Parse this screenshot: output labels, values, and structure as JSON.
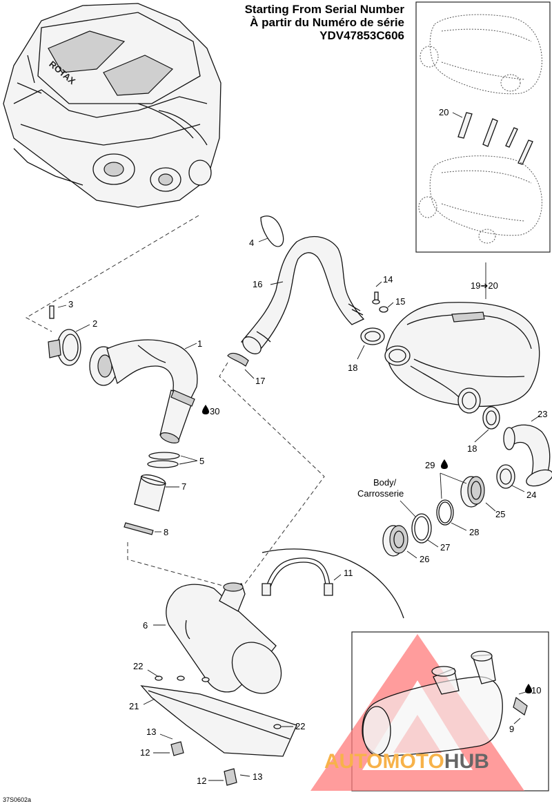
{
  "header": {
    "line1": "Starting From Serial Number",
    "line2": "À partir du Numéro de série",
    "line3": "YDV47853C606"
  },
  "callouts": {
    "c1": "1",
    "c2": "2",
    "c3": "3",
    "c4": "4",
    "c5": "5",
    "c6": "6",
    "c7": "7",
    "c8": "8",
    "c9": "9",
    "c10": "10",
    "c11": "11",
    "c12a": "12",
    "c12b": "12",
    "c13a": "13",
    "c13b": "13",
    "c14": "14",
    "c15": "15",
    "c16": "16",
    "c17": "17",
    "c18a": "18",
    "c18b": "18",
    "c19_20": "19➔20",
    "c20": "20",
    "c21": "21",
    "c22a": "22",
    "c22b": "22",
    "c23": "23",
    "c24": "24",
    "c25": "25",
    "c26": "26",
    "c27": "27",
    "c28": "28",
    "c29": "29",
    "c30": "30"
  },
  "body_label": {
    "line1": "Body/",
    "line2": "Carrosserie"
  },
  "diagram_code": "37S0602a",
  "watermark": {
    "part1": "AUTOMOTO",
    "part2": "HUB"
  },
  "colors": {
    "watermark_triangle": "#ff6b6b",
    "watermark_auto": "#f7b24a",
    "watermark_hub": "#666666"
  },
  "icons": {
    "lubricant_drop": "drop-icon"
  }
}
